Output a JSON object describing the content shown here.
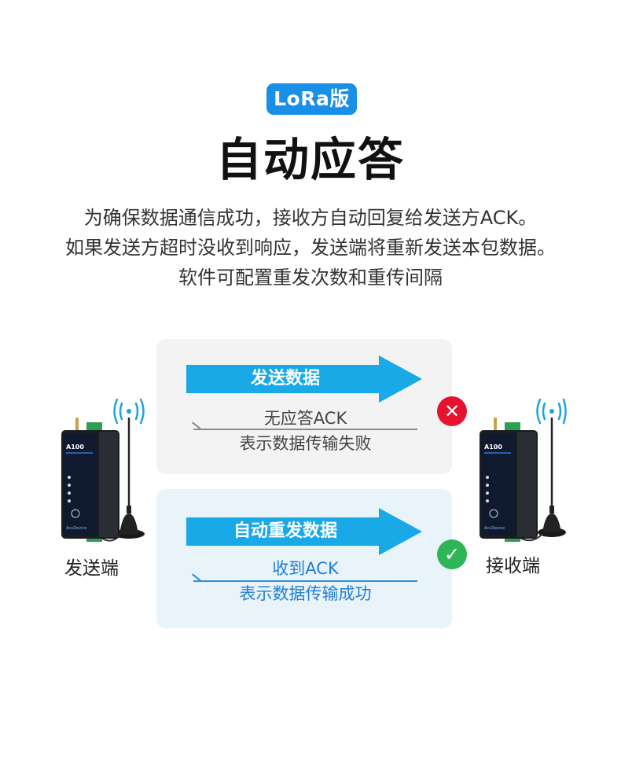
{
  "header": {
    "badge": "LoRa版",
    "title": "自动应答",
    "description_lines": [
      "为确保数据通信成功，接收方自动回复给发送方ACK。",
      "如果发送方超时没收到响应，发送端将重新发送本包数据。",
      "软件可配置重发次数和重传间隔"
    ]
  },
  "scenario_fail": {
    "send_label": "发送数据",
    "ack_label": "无应答ACK",
    "result_label": "表示数据传输失败",
    "icon": "x-mark-icon"
  },
  "scenario_ok": {
    "send_label": "自动重发数据",
    "ack_label": "收到ACK",
    "result_label": "表示数据传输成功",
    "icon": "check-mark-icon"
  },
  "devices": {
    "sender_label": "发送端",
    "receiver_label": "接收端",
    "model": "A100",
    "brand": "AcuDevice"
  },
  "colors": {
    "badge": "#1a8fe8",
    "arrow": "#19a9e6",
    "fail": "#e5132d",
    "success": "#2db655",
    "success_text": "#1f7fd6"
  }
}
